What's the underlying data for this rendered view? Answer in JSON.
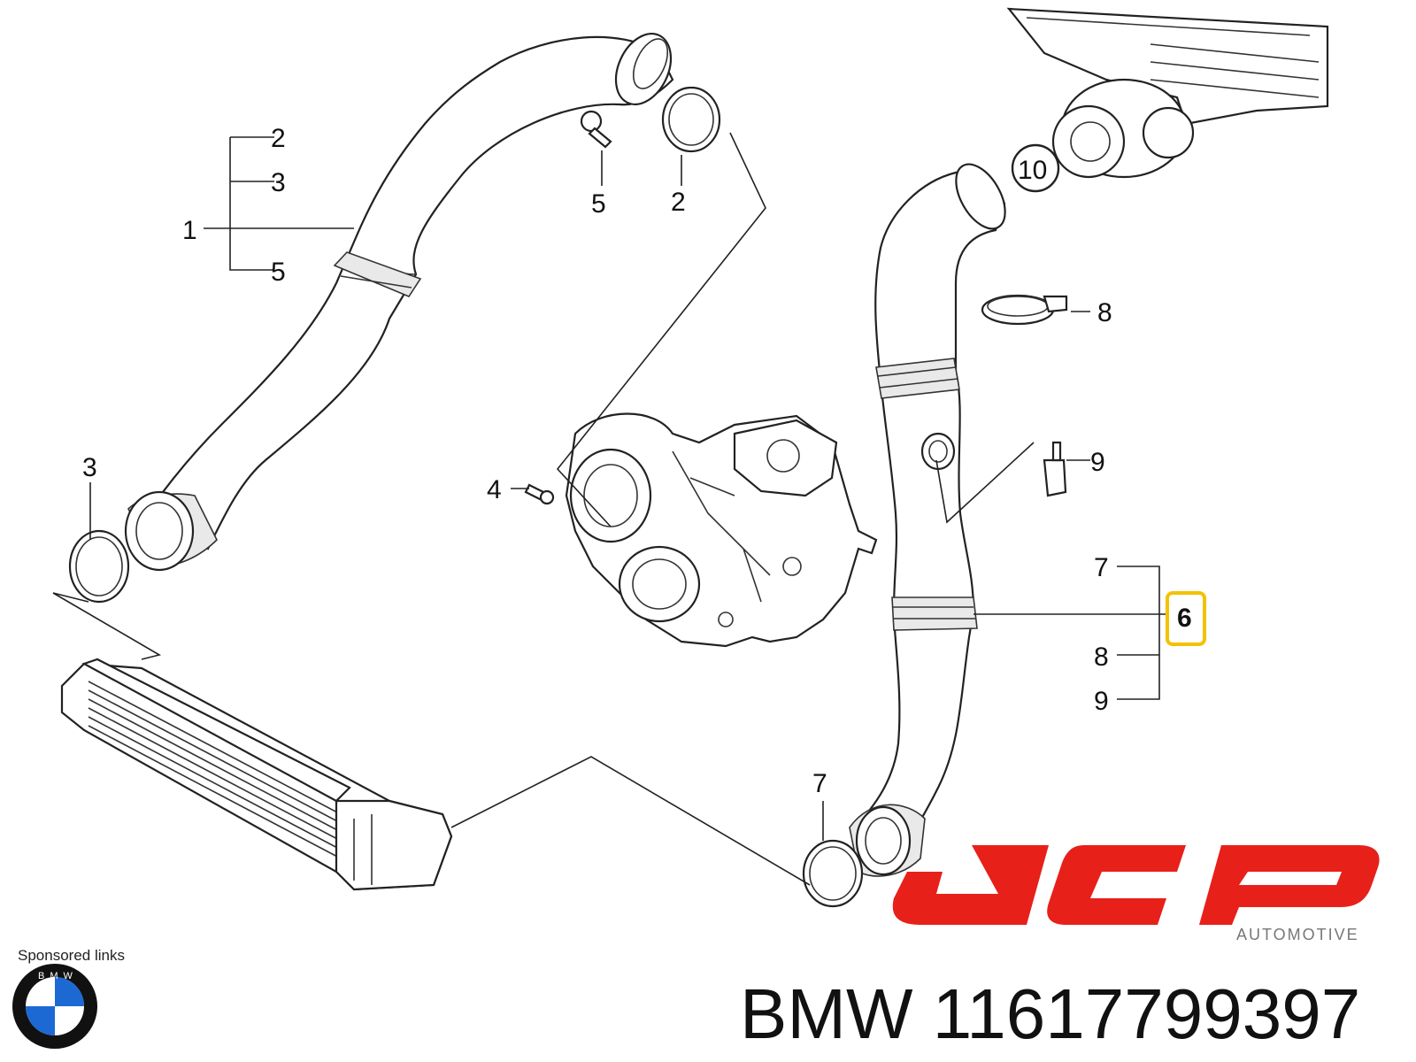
{
  "callouts": {
    "c1": "1",
    "c2a": "2",
    "c3a": "3",
    "c5a": "5",
    "c5b": "5",
    "c2b": "2",
    "c3b": "3",
    "c4": "4",
    "c10": "10",
    "c8a": "8",
    "c9a": "9",
    "c7a": "7",
    "c6": "6",
    "c8b": "8",
    "c9b": "9",
    "c7b": "7"
  },
  "footer": {
    "sponsored": "Sponsored links",
    "brand_part": "BMW 11617799397"
  },
  "logos": {
    "jcp_automotive": "AUTOMOTIVE",
    "bmw_letters": "BMW"
  },
  "colors": {
    "jcp_red": "#e8201a",
    "highlight_yellow": "#f2c200",
    "bmw_blue": "#1c69d4"
  }
}
